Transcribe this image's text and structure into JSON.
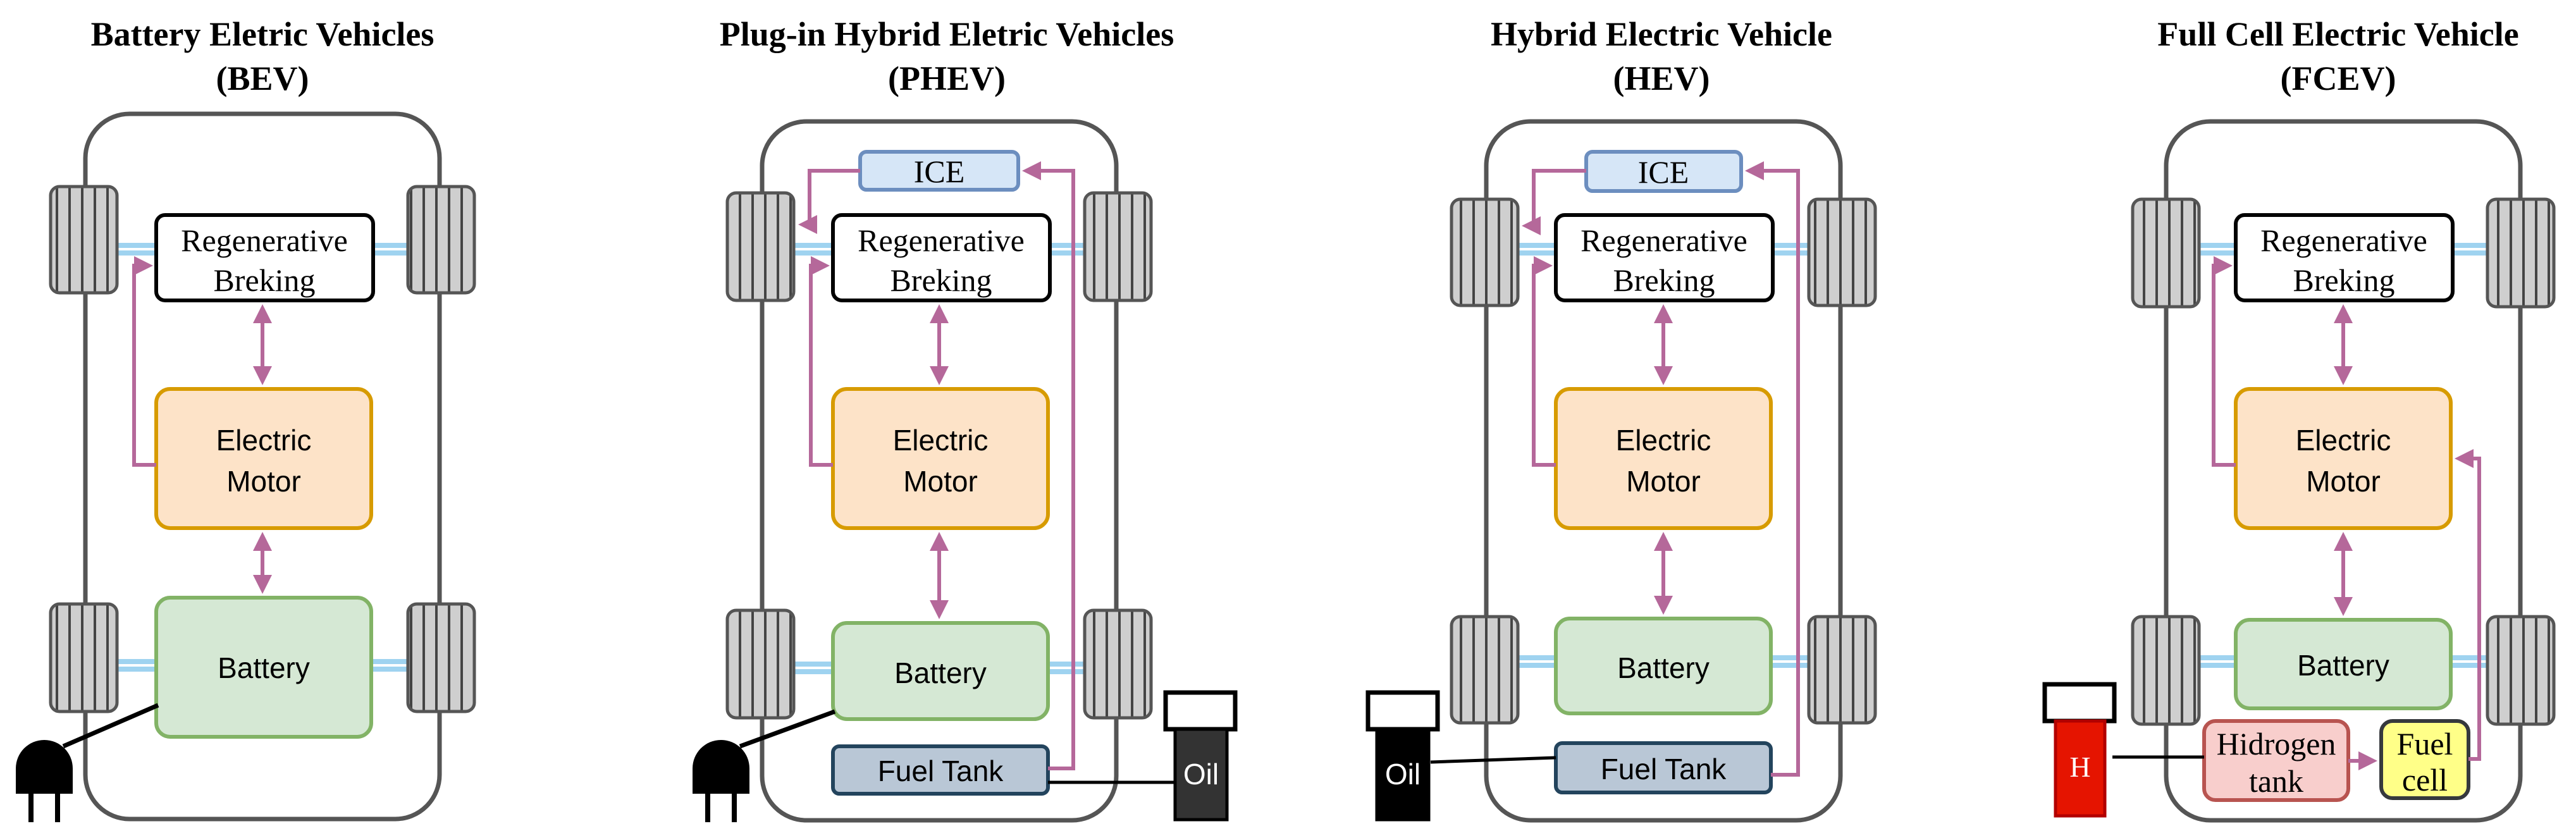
{
  "panels": [
    {
      "title_line1": "Battery Eletric Vehicles",
      "title_line2": "(BEV)",
      "regen_line1": "Regenerative",
      "regen_line2": "Breking",
      "motor_line1": "Electric",
      "motor_line2": "Motor",
      "battery": "Battery"
    },
    {
      "title_line1": "Plug-in Hybrid Eletric Vehicles",
      "title_line2": "(PHEV)",
      "ice": "ICE",
      "regen_line1": "Regenerative",
      "regen_line2": "Breking",
      "motor_line1": "Electric",
      "motor_line2": "Motor",
      "battery": "Battery",
      "fuel_tank": "Fuel Tank",
      "oil": "Oil"
    },
    {
      "title_line1": "Hybrid Electric Vehicle",
      "title_line2": "(HEV)",
      "ice": "ICE",
      "regen_line1": "Regenerative",
      "regen_line2": "Breking",
      "motor_line1": "Electric",
      "motor_line2": "Motor",
      "battery": "Battery",
      "fuel_tank": "Fuel Tank",
      "oil": "Oil"
    },
    {
      "title_line1": "Full Cell Electric Vehicle",
      "title_line2": "(FCEV)",
      "regen_line1": "Regenerative",
      "regen_line2": "Breking",
      "motor_line1": "Electric",
      "motor_line2": "Motor",
      "battery": "Battery",
      "hydrogen_line1": "Hidrogen",
      "hydrogen_line2": "tank",
      "fuel_cell_line1": "Fuel",
      "fuel_cell_line2": "cell",
      "h_label": "H"
    }
  ],
  "colors": {
    "arrow": "#b5689a",
    "axle": "#9fd3f0",
    "car_outline": "#555555",
    "wheel_fill": "#cfcfcf",
    "ice_fill": "#d6e6f7",
    "ice_stroke": "#6c8ebf",
    "motor_fill": "#fde3c8",
    "motor_stroke": "#d79b00",
    "battery_fill": "#d5e8d4",
    "battery_stroke": "#82b366",
    "tank_fill": "#b9c7d6",
    "tank_stroke": "#23445d",
    "hydrogen_fill": "#f8cecc",
    "hydrogen_stroke": "#b85450",
    "fuelcell_fill": "#ffff88",
    "fuelcell_stroke": "#36393d",
    "h_pump_fill": "#e51400"
  },
  "icons": [
    "plug-icon",
    "oil-pump-icon",
    "hydrogen-pump-icon",
    "wheel-icon"
  ]
}
